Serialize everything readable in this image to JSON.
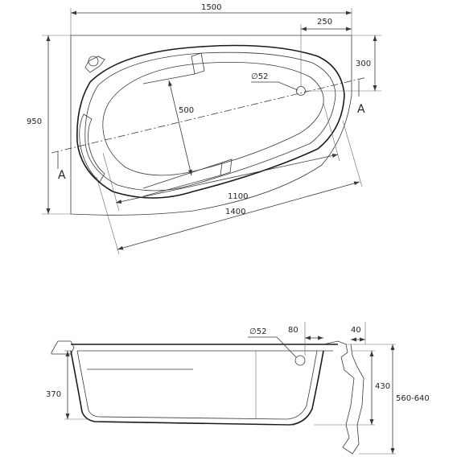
{
  "top_view": {
    "dims": {
      "overall_width": "1500",
      "drain_offset_x": "250",
      "drain_offset_y": "300",
      "overall_depth": "950",
      "inner_width": "500",
      "inner_length": "1100",
      "outer_length": "1400",
      "drain_diameter": "∅52"
    },
    "section_mark": "A"
  },
  "side_view": {
    "dims": {
      "drain_diameter": "∅52",
      "drain_offset": "80",
      "panel_offset": "40",
      "inner_depth": "370",
      "tub_height": "430",
      "total_height": "560-640"
    }
  }
}
